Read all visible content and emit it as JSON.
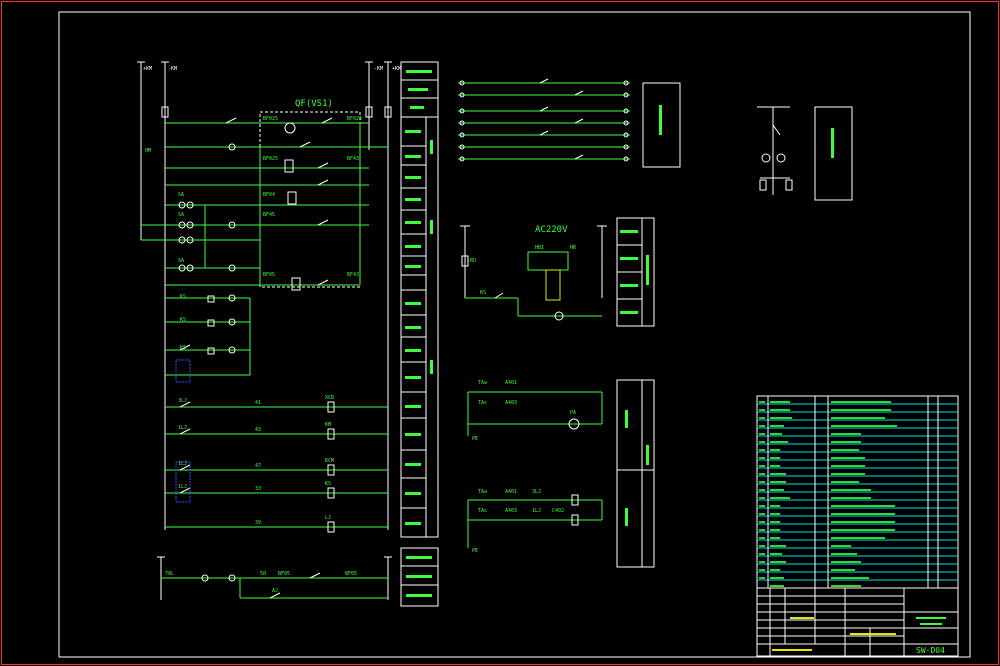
{
  "drawing": {
    "main_label": "QF(VS1)",
    "supply_label": "AC220V",
    "drawing_number": "SW-D04",
    "border_color": "#ff3030",
    "wire_color": "#3cff3c",
    "frame_color": "#ffffff",
    "accent_color": "#e6e600"
  },
  "icons": {
    "breaker": "breaker-switch-icon",
    "coil": "relay-coil-icon",
    "lamp": "indicator-lamp-icon",
    "transformer": "current-transformer-icon"
  }
}
